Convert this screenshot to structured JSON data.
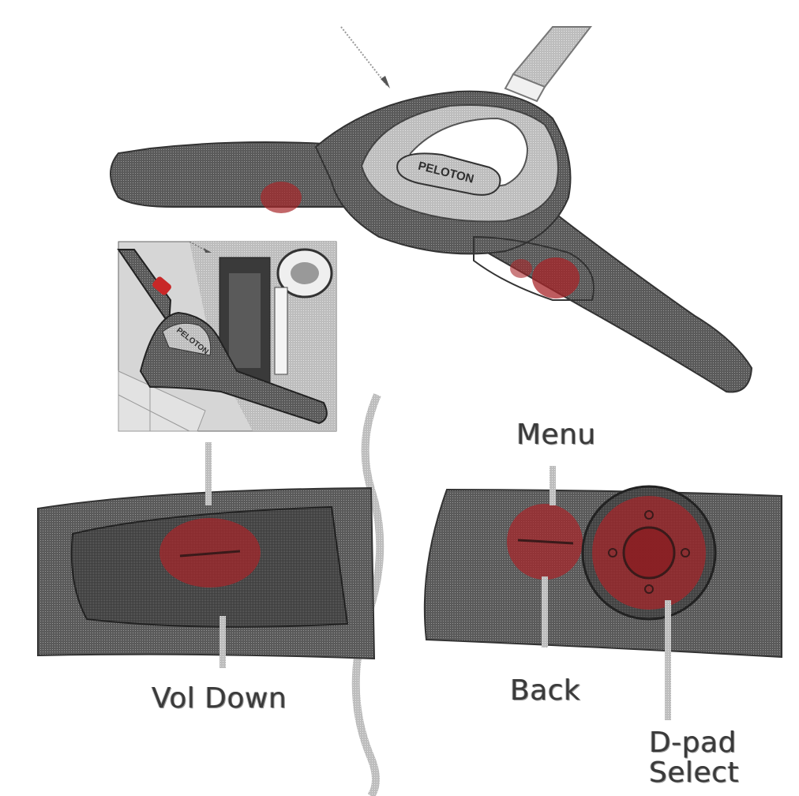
{
  "brand": {
    "handle_logo": "PELOTON",
    "inset_logo": "PELOTON"
  },
  "callouts": {
    "menu": "Menu",
    "vol_down": "Vol Down",
    "back": "Back",
    "dpad_line1": "D-pad",
    "dpad_line2": "Select"
  },
  "colors": {
    "button_red": "#a8262a",
    "handle_dark": "#4a4a4a",
    "handle_mid": "#6e6e6e",
    "line": "#8a8a8a"
  }
}
